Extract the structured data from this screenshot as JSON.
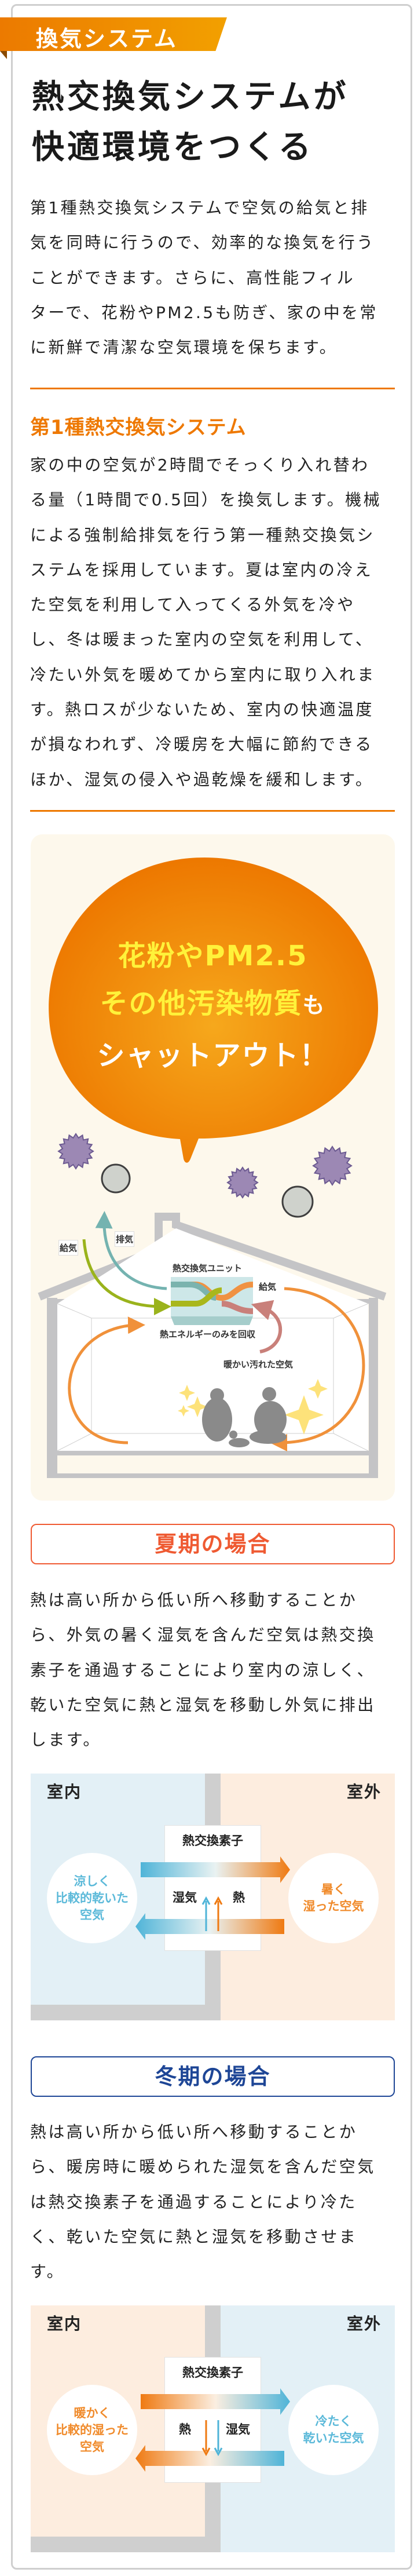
{
  "tab_label": "換気システム",
  "title_lines": [
    "熱交換気システムが",
    "快適環境をつくる"
  ],
  "intro_lines": [
    "第1種熱交換気システムで空気の給気と排",
    "気を同時に行うので、効率的な換気を行う",
    "ことができます。さらに、高性能フィル",
    "ターで、花粉やPM2.5も防ぎ、家の中を常",
    "に新鮮で清潔な空気環境を保ちます。"
  ],
  "section": {
    "heading": "第1種熱交換気システム",
    "body_lines": [
      "家の中の空気が2時間でそっくり入れ替わ",
      "る量（1時間で0.5回）を換気します。機械",
      "による強制給排気を行う第一種熱交換気シ",
      "ステムを採用しています。夏は室内の冷え",
      "た空気を利用して入ってくる外気を冷や",
      "し、冬は暖まった室内の空気を利用して、",
      "冷たい外気を暖めてから室内に取り入れま",
      "す。熱ロスが少ないため、室内の快適温度",
      "が損なわれず、冷暖房を大幅に節約できる",
      "ほか、湿気の侵入や過乾燥を緩和します。"
    ]
  },
  "illustration": {
    "bubble": {
      "line1": "花粉やPM2.5",
      "line2_yellow": "その他汚染物質",
      "line2_white": "も",
      "line3": "シャットアウト！"
    },
    "labels": {
      "supply_left": "給気",
      "exhaust": "排気",
      "unit": "熱交換気ユニット",
      "supply_right": "給気",
      "heat_only": "熱エネルギーのみを回収",
      "dirty_air": "暖かい汚れた空気"
    }
  },
  "summer": {
    "heading": "夏期の場合",
    "body_lines": [
      "熱は高い所から低い所へ移動することか",
      "ら、外気の暑く湿気を含んだ空気は熱交換",
      "素子を通過することにより室内の涼しく、",
      "乾いた空気に熱と湿気を移動し外気に排出",
      "します。"
    ],
    "diagram": {
      "indoor": "室内",
      "outdoor": "室外",
      "element": "熱交換素子",
      "left_label": "湿気",
      "right_label": "熱",
      "indoor_air": [
        "涼しく",
        "比較的乾いた",
        "空気"
      ],
      "outdoor_air": [
        "暑く",
        "湿った空気"
      ]
    }
  },
  "winter": {
    "heading": "冬期の場合",
    "body_lines": [
      "熱は高い所から低い所へ移動することか",
      "ら、暖房時に暖められた湿気を含んだ空気",
      "は熱交換素子を通過することにより冷た",
      "く、乾いた空気に熱と湿気を移動させま",
      "す。"
    ],
    "diagram": {
      "indoor": "室内",
      "outdoor": "室外",
      "element": "熱交換素子",
      "left_label": "熱",
      "right_label": "湿気",
      "indoor_air": [
        "暖かく",
        "比較的湿った",
        "空気"
      ],
      "outdoor_air": [
        "冷たく",
        "乾いた空気"
      ]
    }
  },
  "colors": {
    "accent_orange": "#ee7800",
    "summer_red": "#ef5a32",
    "winter_navy": "#1e4696",
    "cool_blue": "#5bb9d9",
    "warm_orange": "#f08a2a"
  }
}
